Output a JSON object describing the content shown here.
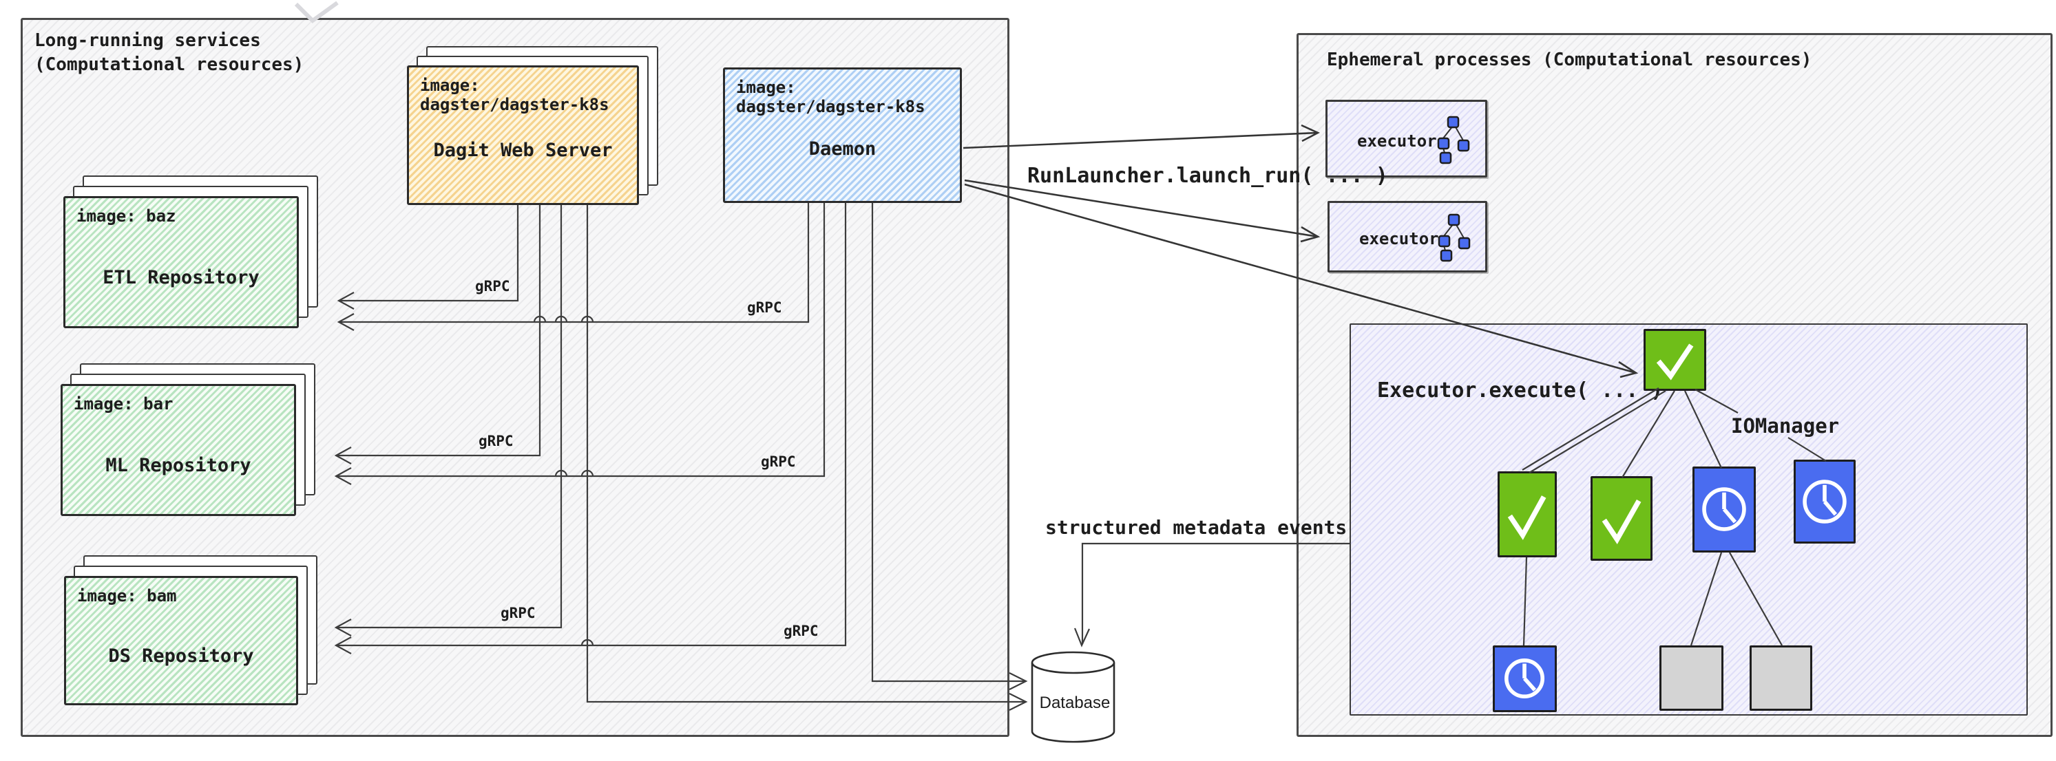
{
  "left_panel": {
    "title": "Long-running services\n(Computational resources)"
  },
  "dagit": {
    "image_label": "image: dagster/dagster-k8s",
    "title": "Dagit Web Server"
  },
  "daemon": {
    "image_label": "image: dagster/dagster-k8s",
    "title": "Daemon"
  },
  "repositories": [
    {
      "image_label": "image: baz",
      "title": "ETL Repository"
    },
    {
      "image_label": "image: bar",
      "title": "ML Repository"
    },
    {
      "image_label": "image: bam",
      "title": "DS Repository"
    }
  ],
  "labels": {
    "grpc": "gRPC",
    "run_launcher": "RunLauncher.launch_run( ... )",
    "metadata_events": "structured metadata events"
  },
  "right_panel": {
    "title": "Ephemeral processes (Computational resources)"
  },
  "executors": [
    {
      "label": "executor"
    },
    {
      "label": "executor"
    }
  ],
  "exec_box": {
    "title": "Executor.execute( ... )",
    "iomanager": "IOManager"
  },
  "database": {
    "label": "Database"
  },
  "op_tree": {
    "root": "success",
    "row2": [
      "success",
      "success",
      "in_progress",
      "in_progress"
    ],
    "row3": [
      "in_progress",
      "pending",
      "pending"
    ]
  },
  "colors": {
    "success_green": "#6fbe19",
    "active_blue": "#4a6cf0",
    "pending_gray": "#d4d4d4",
    "dagit_yellow": "#fdf0cd",
    "daemon_blue": "#e7f2fd",
    "repo_green": "#eef9ed",
    "executor_lavender": "#f3f2fc",
    "wire": "#3c3c3c"
  }
}
